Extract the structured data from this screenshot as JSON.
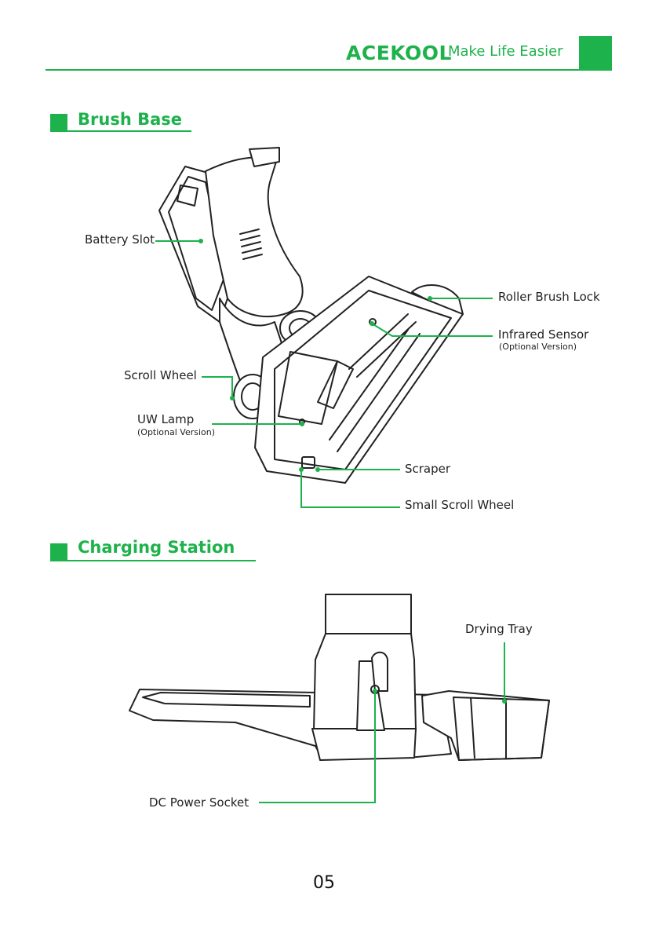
{
  "header": {
    "brand": "ACEKOOL",
    "tagline": "Make Life Easier"
  },
  "colors": {
    "green": "#1db24b",
    "line": "#222222"
  },
  "sections": {
    "brush_base": {
      "title": "Brush Base",
      "labels": {
        "battery_slot": "Battery Slot",
        "roller_brush_lock": "Roller Brush Lock",
        "infrared_sensor": "Infrared Sensor",
        "infrared_sensor_note": "(Optional Version)",
        "scroll_wheel": "Scroll Wheel",
        "uw_lamp": "UW Lamp",
        "uw_lamp_note": "(Optional Version)",
        "scraper": "Scraper",
        "small_scroll_wheel": "Small Scroll Wheel"
      }
    },
    "charging_station": {
      "title": "Charging Station",
      "labels": {
        "drying_tray": "Drying Tray",
        "dc_power_socket": "DC Power Socket"
      }
    }
  },
  "footer": {
    "page_number": "05"
  }
}
